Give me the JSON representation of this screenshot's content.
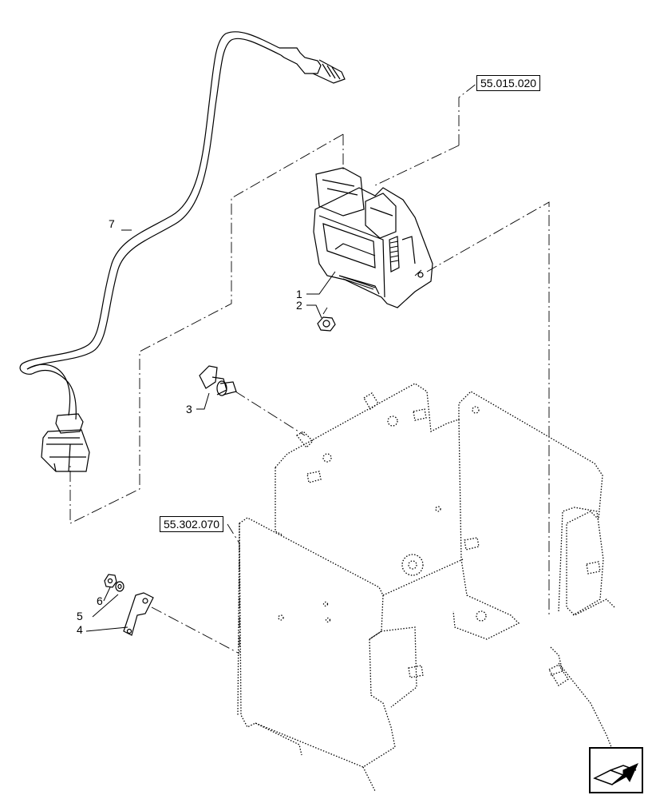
{
  "references": {
    "ecu_ref": "55.015.020",
    "frame_ref": "55.302.070"
  },
  "callouts": {
    "c1": "1",
    "c2": "2",
    "c3": "3",
    "c4": "4",
    "c5": "5",
    "c6": "6",
    "c7": "7"
  },
  "icons": {
    "navigation": "next-page-arrow-icon"
  }
}
